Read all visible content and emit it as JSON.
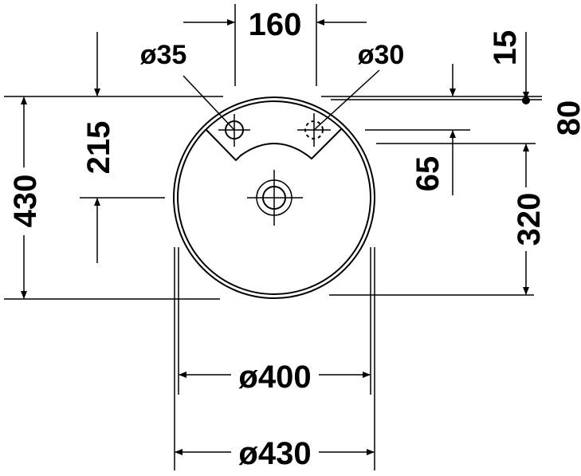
{
  "dimensions": {
    "top_width": "160",
    "tap_hole_left": "ø35",
    "tap_hole_right": "ø30",
    "rim_offset": "15",
    "right_height": "80",
    "drain_from_top": "215",
    "overall_depth": "430",
    "deck_offset": "65",
    "drain_to_back": "320",
    "inner_diameter": "ø400",
    "outer_diameter": "ø430"
  },
  "colors": {
    "line": "#000000",
    "background": "#ffffff"
  }
}
